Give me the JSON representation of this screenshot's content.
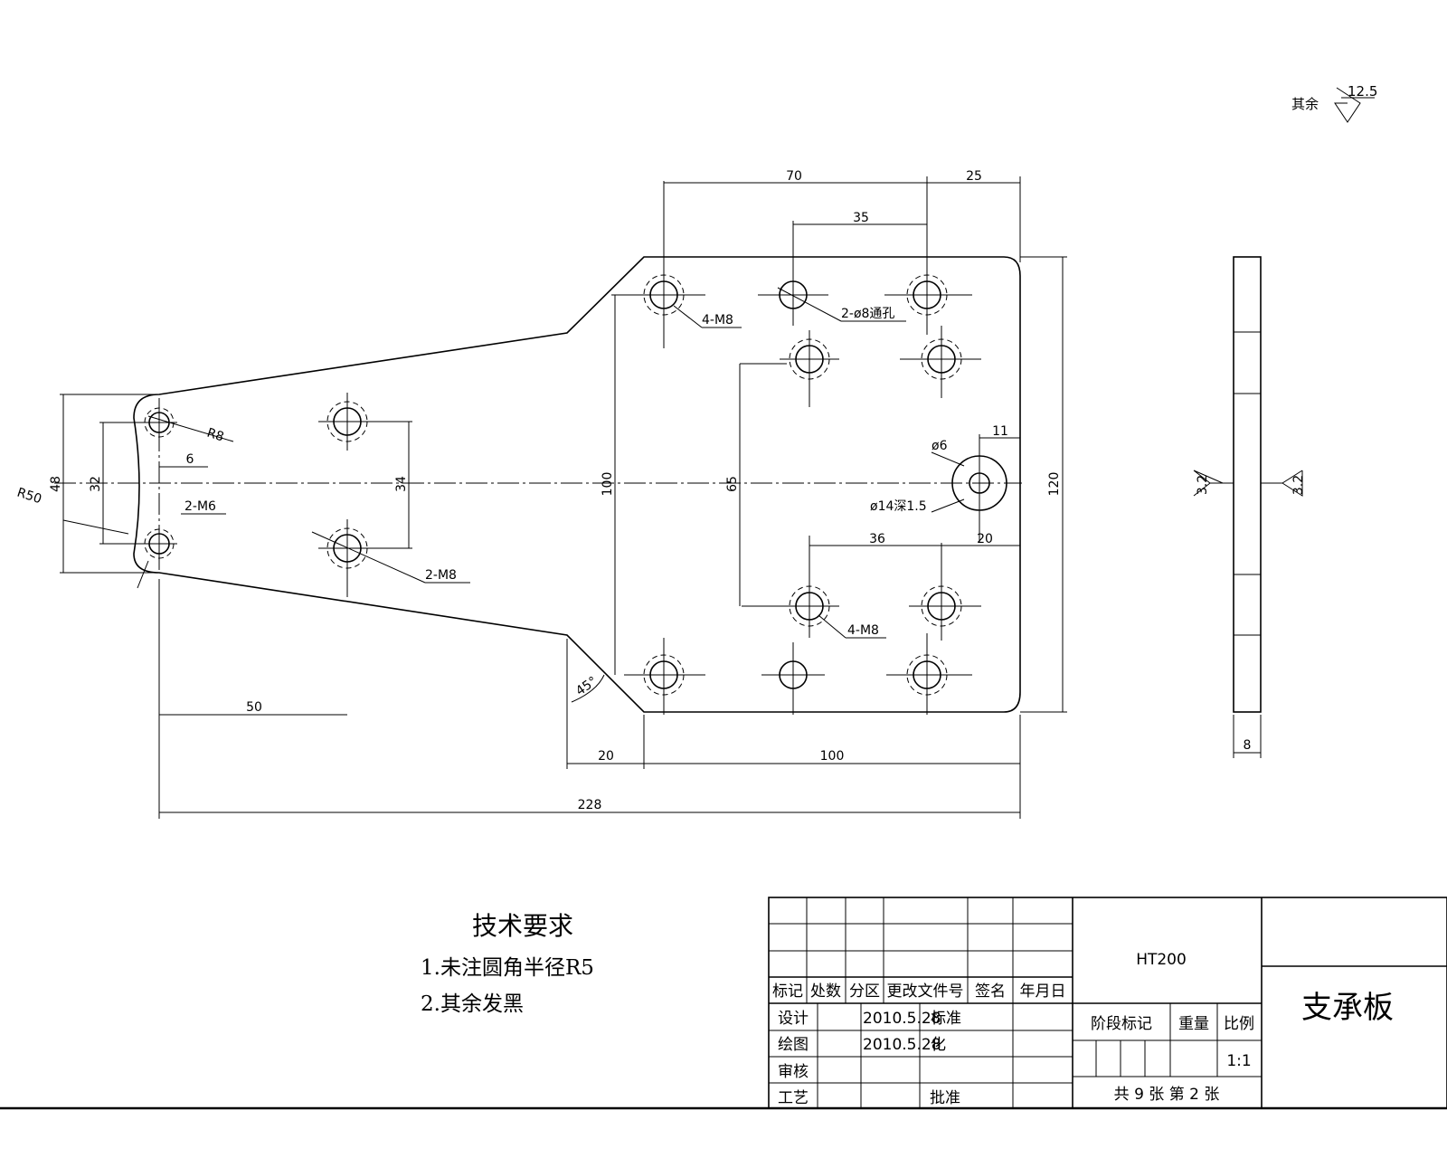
{
  "surface_note": {
    "prefix": "其余",
    "value": "12.5"
  },
  "dimensions": {
    "d70": "70",
    "d25": "25",
    "d35": "35",
    "d100_v": "100",
    "d65": "65",
    "d120": "120",
    "d48": "48",
    "d32": "32",
    "d34": "34",
    "d6": "6",
    "d11": "11",
    "d36": "36",
    "d20_r": "20",
    "d50": "50",
    "d20_b": "20",
    "d100_b": "100",
    "d228": "228",
    "thickness": "8",
    "angle": "45°"
  },
  "callouts": {
    "c4m8_top": "4-M8",
    "c2phi8": "2-ø8通孔",
    "c4m8_bottom": "4-M8",
    "c2m8": "2-M8",
    "c2m6": "2-M6",
    "r8": "R8",
    "r50": "R50",
    "phi6": "ø6",
    "phi14": "ø14深1.5"
  },
  "side_view": {
    "roughness_left": "3.2",
    "roughness_right": "3.2"
  },
  "tech_requirements": {
    "heading": "技术要求",
    "items": [
      "1.未注圆角半径R5",
      "2.其余发黑"
    ]
  },
  "title_block": {
    "material": "HT200",
    "part_name": "支承板",
    "headers": [
      "标记",
      "处数",
      "分区",
      "更改文件号",
      "签名",
      "年月日"
    ],
    "role_design": "设计",
    "role_drawing": "绘图",
    "role_review": "审核",
    "role_process": "工艺",
    "design_date": "2010.5.28",
    "design_std": "标准",
    "drawing_date": "2010.5.28",
    "drawing_suffix": "化",
    "approve": "批准",
    "stage_label": "阶段标记",
    "weight_label": "重量",
    "scale_label": "比例",
    "scale_value": "1:1",
    "sheets": "共 9 张  第 2 张"
  }
}
